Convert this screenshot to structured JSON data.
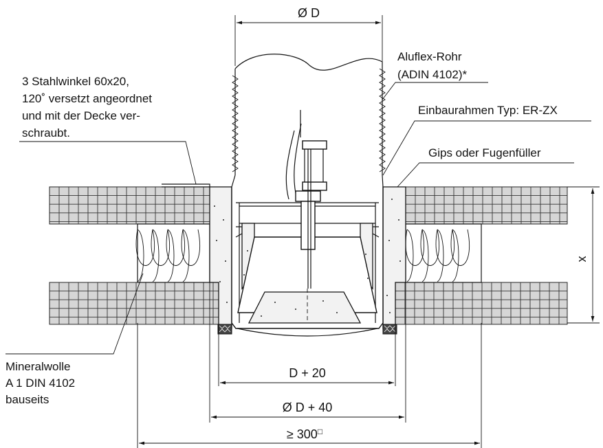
{
  "labels": {
    "diameter_top": "Ø D",
    "pipe_line1": "Aluflex-Rohr",
    "pipe_line2": "(ADIN 4102)*",
    "angles_line1": "3 Stahlwinkel 60x20,",
    "angles_line2": "120˚ versetzt angeordnet",
    "angles_line3": "und mit der Decke ver-",
    "angles_line4": "schraubt.",
    "frame": "Einbaurahmen Typ: ER-ZX",
    "filler": "Gips oder Fugenfüller",
    "height_x": "x",
    "wool_line1": "Mineralwolle",
    "wool_line2": "A 1 DIN 4102",
    "wool_line3": "bauseits",
    "dim_d20": "D + 20",
    "dim_d40": "Ø D + 40",
    "dim_300": "≥ 300",
    "dim_300_symbol": "□"
  },
  "colors": {
    "line": "#111111",
    "tile_fill": "#d6d6d6",
    "concrete_fill": "#f2f2f2"
  }
}
